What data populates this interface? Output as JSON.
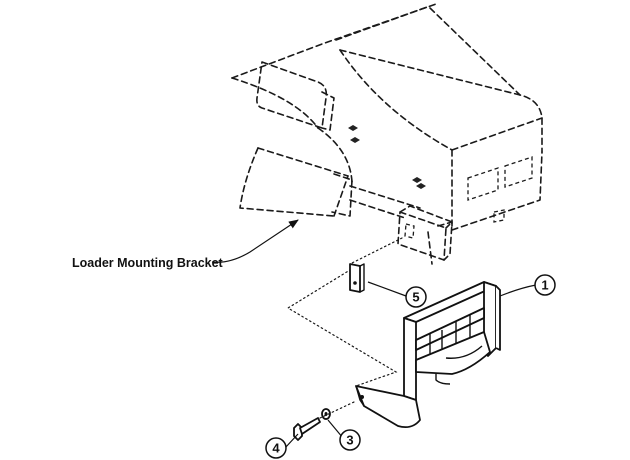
{
  "labels": {
    "loader_mounting_bracket": "Loader Mounting Bracket"
  },
  "callouts": {
    "c1": "1",
    "c3": "3",
    "c4": "4",
    "c5": "5"
  }
}
